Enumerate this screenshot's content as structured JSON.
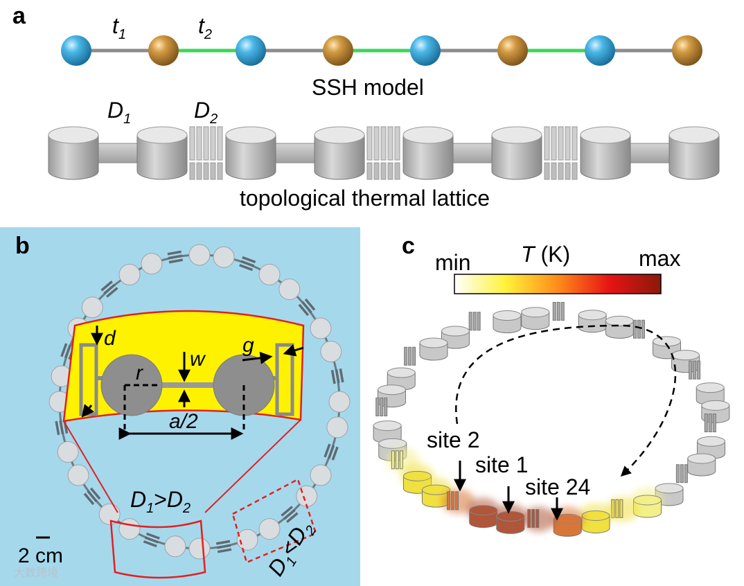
{
  "panels": {
    "a": {
      "letter": "a",
      "t1": {
        "main": "t",
        "sub": "1"
      },
      "t2": {
        "main": "t",
        "sub": "2"
      },
      "model_label": "SSH model",
      "d1": {
        "main": "D",
        "sub": "1"
      },
      "d2": {
        "main": "D",
        "sub": "2"
      },
      "lattice_label": "topological thermal lattice",
      "colors": {
        "site_a": "#3aa8dc",
        "site_b": "#c4913a",
        "bond_t1": "#8c8c8c",
        "bond_t2": "#3dd65b"
      }
    },
    "b": {
      "letter": "b",
      "inset_dims": {
        "d": "d",
        "g": "g",
        "w": "w",
        "r": "r",
        "half_a": "a/2"
      },
      "cond1": {
        "d1_main": "D",
        "d1_sub": "1",
        "op": ">",
        "d2_main": "D",
        "d2_sub": "2"
      },
      "cond2": {
        "d1_main": "D",
        "d1_sub": "1",
        "op": "<",
        "d2_main": "D",
        "d2_sub": "2"
      },
      "scale_bar": "2 cm",
      "colors": {
        "background": "#a6d8ec",
        "inset_fill": "#fff200",
        "outline": "#e02020"
      }
    },
    "c": {
      "letter": "c",
      "colorbar": {
        "min": "min",
        "max": "max",
        "quantity": "T",
        "unit": " (K)"
      },
      "sites": [
        "site 2",
        "site 1",
        "site 24"
      ]
    }
  },
  "watermark": "大数跨境"
}
